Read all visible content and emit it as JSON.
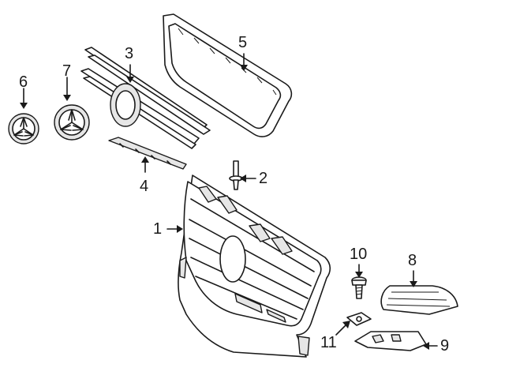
{
  "callouts": {
    "c1": "1",
    "c2": "2",
    "c3": "3",
    "c4": "4",
    "c5": "5",
    "c6": "6",
    "c7": "7",
    "c8": "8",
    "c9": "9",
    "c10": "10",
    "c11": "11"
  }
}
